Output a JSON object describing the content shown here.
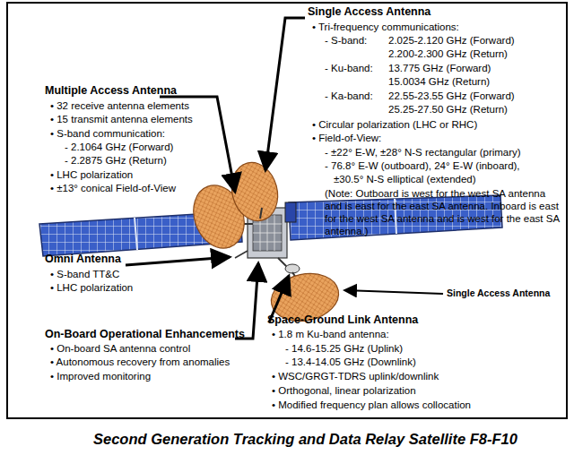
{
  "diagram": {
    "caption": "Second Generation Tracking and Data Relay Satellite F8-F10",
    "labels": [
      "Single Access Antenna",
      "• Tri-frequency communications:",
      "- S-band:",
      "2.025-2.120 GHz (Forward)",
      "2.200-2.300 GHz (Return)",
      "- Ku-band:",
      "13.775 GHz (Forward)",
      "15.0034 GHz (Return)",
      "- Ka-band:",
      "22.55-23.55 GHz (Forward)",
      "25.25-27.50 GHz (Return)",
      "• Circular polarization (LHC or RHC)",
      "• Field-of-View:",
      "- ±22° E-W, ±28° N-S rectangular (primary)",
      "- 76.8° E-W (outboard), 24° E-W (inboard),",
      "±30.5° N-S elliptical (extended)",
      "(Note: Outboard is west for the west SA antenna and is east for the east SA antenna. Inboard is east for the west SA antenna and is west for the east SA antenna.)",
      "Multiple Access Antenna",
      "• 32 receive antenna elements",
      "• 15 transmit antenna elements",
      "• S-band communication:",
      "- 2.1064 GHz (Forward)",
      "- 2.2875 GHz (Return)",
      "• LHC polarization",
      "• ±13° conical Field-of-View",
      "Omni Antenna",
      "• S-band TT&C",
      "• LHC polarization",
      "On-Board Operational Enhancements",
      "• On-board SA antenna control",
      "• Autonomous recovery from anomalies",
      "• Improved monitoring",
      "Single Access Antenna",
      "Space-Ground Link Antenna",
      "• 1.8 m Ku-band antenna:",
      "- 14.6-15.25 GHz (Uplink)",
      "- 13.4-14.05 GHz (Downlink)",
      "• WSC/GRGT-TDRS uplink/downlink",
      "• Orthogonal, linear polarization",
      "• Modified frequency plan allows collocation"
    ]
  }
}
